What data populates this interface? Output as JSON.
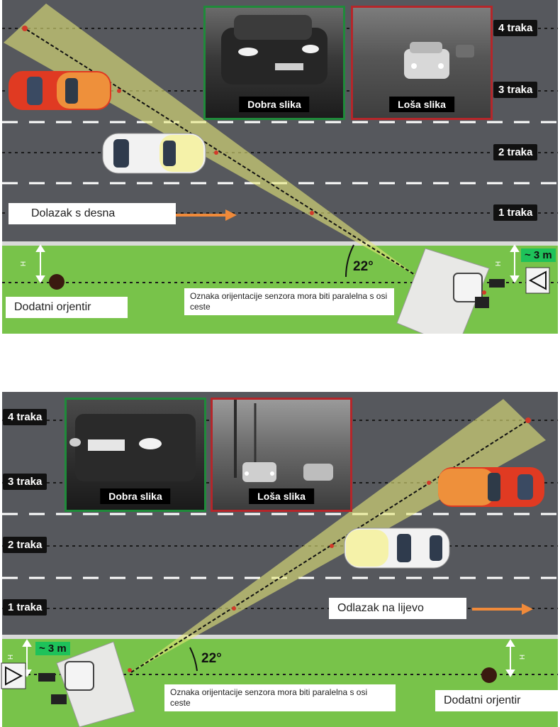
{
  "top": {
    "lanes": [
      "4 traka",
      "3 traka",
      "2 traka",
      "1 traka"
    ],
    "direction_label": "Dolazak s desna",
    "good_caption": "Dobra slika",
    "bad_caption": "Loša slika",
    "angle": "22°",
    "distance": "~ 3 m",
    "height_marker": "H",
    "landmark": "Dodatni orjentir",
    "note": "Oznaka orijentacije senzora mora biti paralelna s osi ceste"
  },
  "bottom": {
    "lanes": [
      "4 traka",
      "3 traka",
      "2 traka",
      "1 traka"
    ],
    "direction_label": "Odlazak na lijevo",
    "good_caption": "Dobra slika",
    "bad_caption": "Loša slika",
    "angle": "22°",
    "distance": "~ 3 m",
    "height_marker": "H",
    "landmark": "Dodatni orjentir",
    "note": "Oznaka orijentacije senzora mora biti paralelna s osi ceste"
  },
  "colors": {
    "road": "#56585d",
    "grass": "#78c34a",
    "beam": "#e6e77a",
    "good_frame": "#1f8a3a",
    "bad_frame": "#b5262a",
    "arrow": "#f08a3a",
    "track_point": "#d23a2a"
  }
}
